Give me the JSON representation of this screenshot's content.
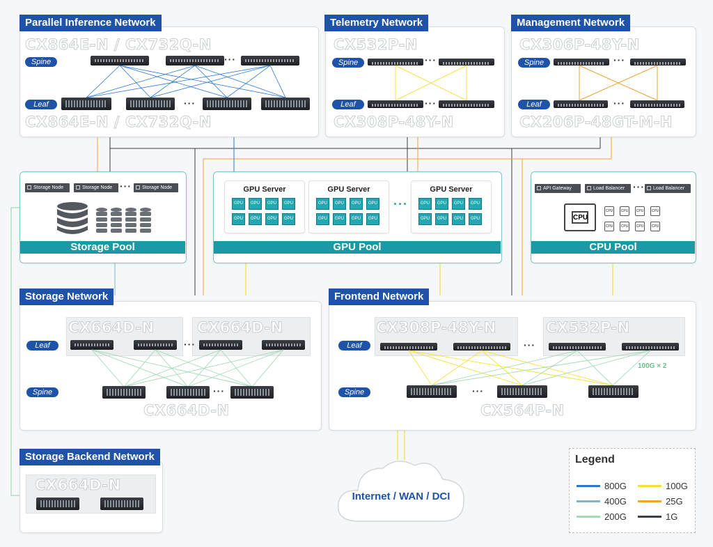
{
  "networks": {
    "parallel": {
      "title": "Parallel Inference Network",
      "spine_model": "CX864E-N / CX732Q-N",
      "leaf_model": "CX864E-N / CX732Q-N"
    },
    "telemetry": {
      "title": "Telemetry Network",
      "spine_model": "CX532P-N",
      "leaf_model": "CX308P-48Y-N"
    },
    "management": {
      "title": "Management Network",
      "spine_model": "CX306P-48Y-N",
      "leaf_model": "CX206P-48GT-M-H"
    },
    "storage": {
      "title": "Storage Network",
      "leaf_model_a": "CX664D-N",
      "leaf_model_b": "CX664D-N",
      "spine_model": "CX664D-N"
    },
    "frontend": {
      "title": "Frontend Network",
      "leaf_model_a": "CX308P-48Y-N",
      "leaf_model_b": "CX532P-N",
      "spine_model": "CX564P-N",
      "link_note": "100G × 2"
    },
    "storage_backend": {
      "title": "Storage Backend Network",
      "model": "CX664D-N"
    }
  },
  "roles": {
    "spine": "Spine",
    "leaf": "Leaf"
  },
  "ellipsis": "···",
  "pools": {
    "storage": {
      "label": "Storage Pool",
      "node": "Storage Node"
    },
    "gpu": {
      "label": "GPU Pool",
      "server": "GPU Server",
      "chip": "GPU"
    },
    "cpu": {
      "label": "CPU Pool",
      "api_gateway": "API Gateway",
      "load_balancer": "Load Balancer",
      "chip_big": "CPU",
      "chip": "CPU"
    }
  },
  "cloud": {
    "label": "Internet / WAN / DCI"
  },
  "legend": {
    "title": "Legend",
    "items": [
      {
        "label": "800G",
        "color": "#2a77d4"
      },
      {
        "label": "400G",
        "color": "#7fb7c8"
      },
      {
        "label": "200G",
        "color": "#a6d9b8"
      },
      {
        "label": "100G",
        "color": "#f1e23a"
      },
      {
        "label": "25G",
        "color": "#f0a232"
      },
      {
        "label": "1G",
        "color": "#3b3e42"
      }
    ]
  }
}
